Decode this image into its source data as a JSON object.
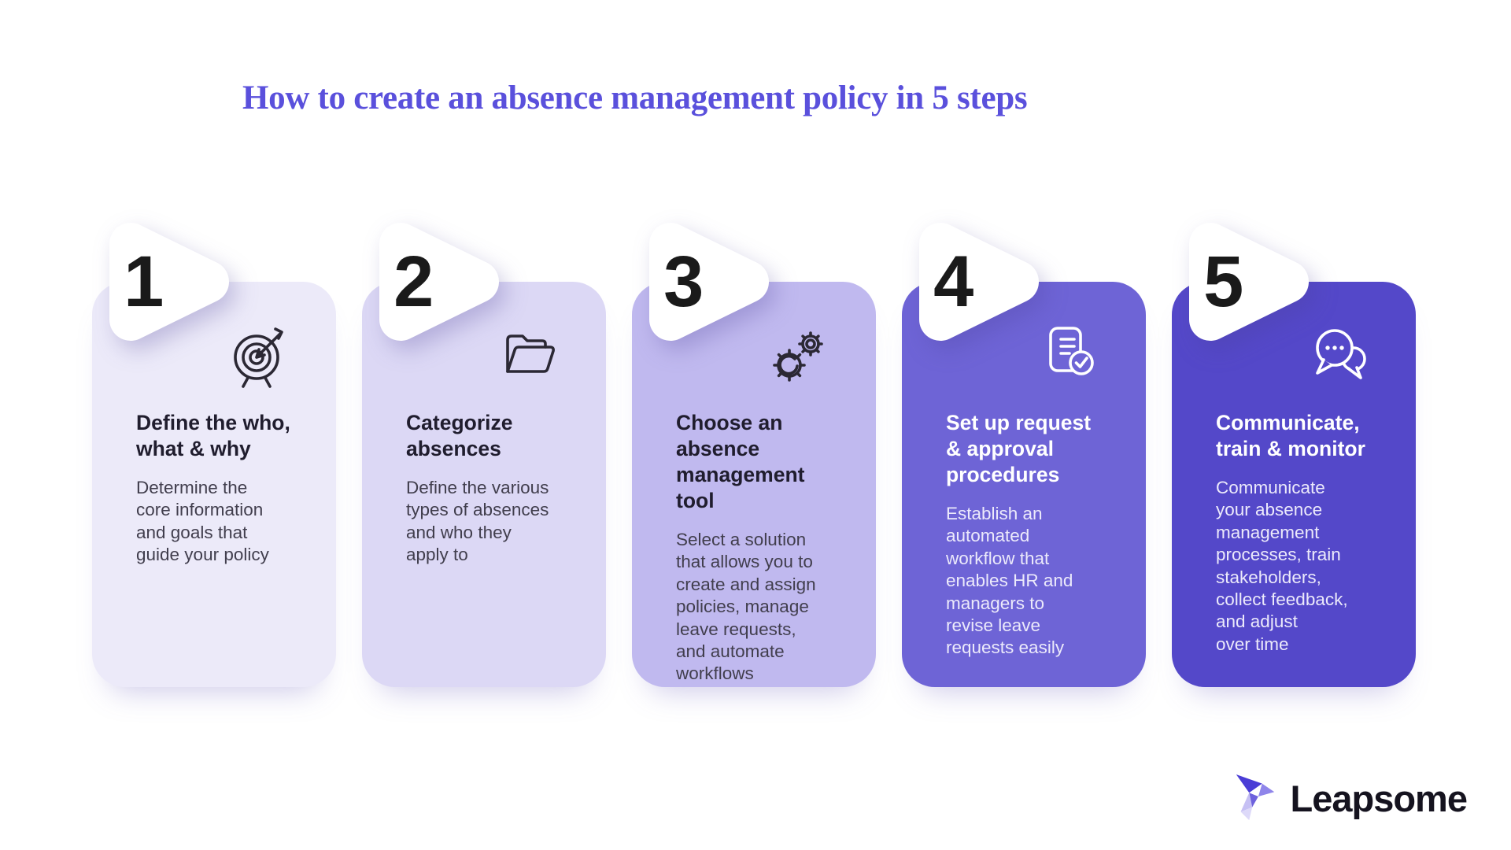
{
  "title": {
    "text": "How to create an absence management policy in 5 steps",
    "color": "#5A50DC"
  },
  "steps": [
    {
      "number": "1",
      "icon": "target-icon",
      "heading": "Define the who,\nwhat & why",
      "body": "Determine the\ncore information\nand goals that\nguide your policy",
      "bg": "#ECEAF9",
      "text": "dark"
    },
    {
      "number": "2",
      "icon": "folder-icon",
      "heading": "Categorize\nabsences",
      "body": "Define the various\ntypes of absences\nand who they\napply to",
      "bg": "#DCD8F5",
      "text": "dark"
    },
    {
      "number": "3",
      "icon": "gears-icon",
      "heading": "Choose an\nabsence\nmanagement\ntool",
      "body": "Select a solution\nthat allows you to\ncreate and assign\npolicies, manage\nleave requests,\nand automate\nworkflows",
      "bg": "#C0B9EF",
      "text": "dark"
    },
    {
      "number": "4",
      "icon": "document-check-icon",
      "heading": "Set up request\n& approval\nprocedures",
      "body": "Establish an\nautomated\nworkflow that\nenables HR and\nmanagers to\nrevise leave\nrequests easily",
      "bg": "#6E64D6",
      "text": "light"
    },
    {
      "number": "5",
      "icon": "chat-bubbles-icon",
      "heading": "Communicate,\ntrain & monitor",
      "body": "Communicate\nyour absence\nmanagement\nprocesses, train\nstakeholders,\ncollect feedback,\nand adjust\nover time",
      "bg": "#5448C9",
      "text": "light"
    }
  ],
  "logo": {
    "text": "Leapsome",
    "text_color": "#15131F"
  },
  "colors": {
    "page_bg": "#FFFFFF",
    "step_number": "#1A1A1A",
    "dark_text_heading": "#201D2E",
    "dark_text_body": "#413E4D",
    "light_text_heading": "#FFFFFF",
    "light_text_body": "#ECEAFB",
    "badge_fill": "#FFFFFF"
  }
}
